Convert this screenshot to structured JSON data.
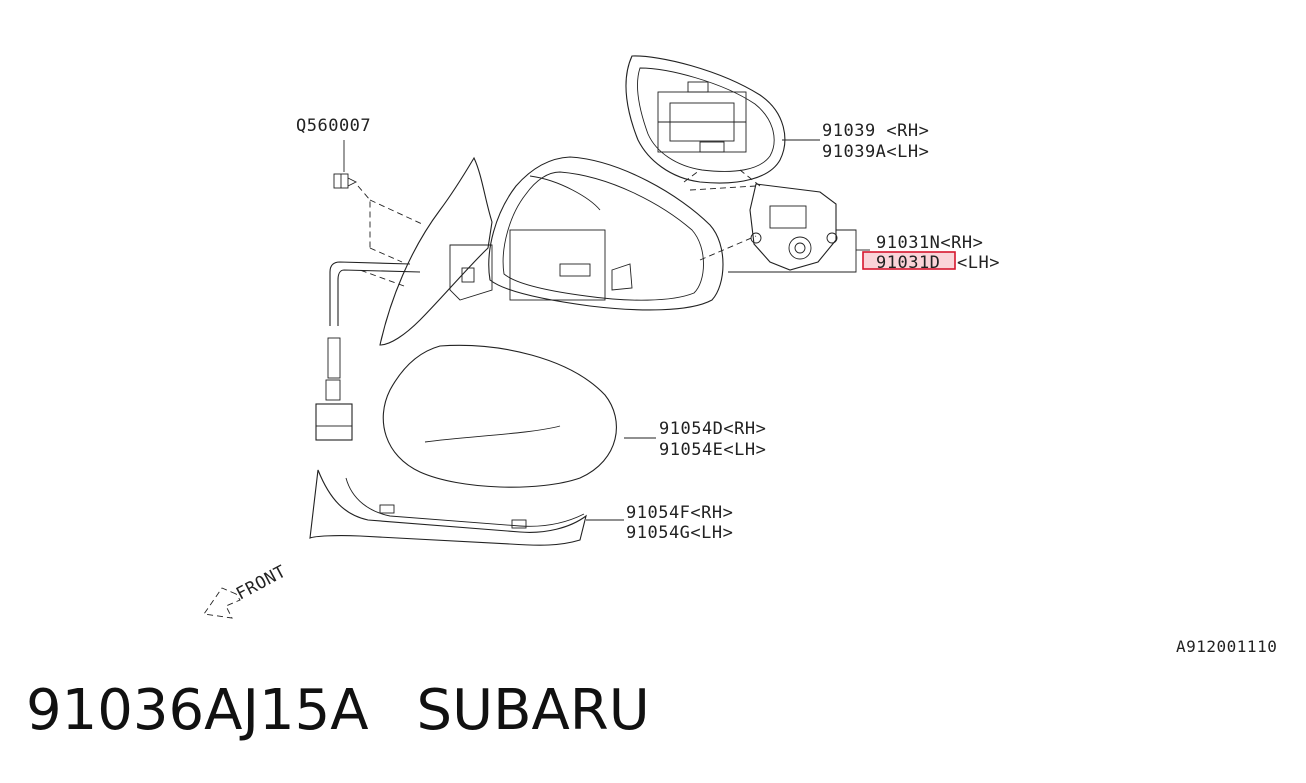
{
  "callouts": {
    "bolt": "Q560007",
    "glass_rh": "91039 <RH>",
    "glass_lh": "91039A<LH>",
    "actuator_rh": "91031N<RH>",
    "actuator_lh_code": "91031D",
    "actuator_lh_suffix": "<LH>",
    "cover_rh": "91054D<RH>",
    "cover_lh": "91054E<LH>",
    "garnish_rh": "91054F<RH>",
    "garnish_lh": "91054G<LH>",
    "front": "FRONT",
    "drawing_id": "A912001110"
  },
  "highlight_color": "#d6162e",
  "footer": {
    "part_number": "91036AJ15A",
    "brand": "SUBARU"
  }
}
